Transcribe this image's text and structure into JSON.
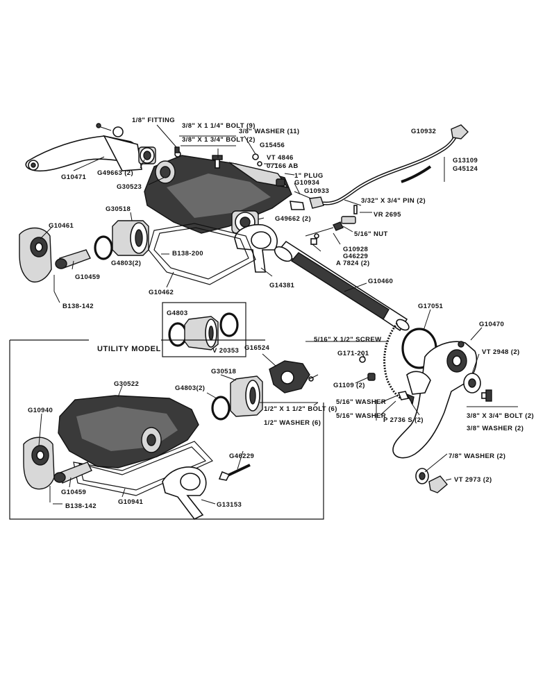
{
  "sections": {
    "utility_model": "UTILITY MODEL"
  },
  "labels": {
    "fitting": "1/8\" FITTING",
    "bolt_9": "3/8\" X 1 1/4\" BOLT (9)",
    "bolt_2a": "3/8\" X 1 3/4\" BOLT (2)",
    "washer_11": "3/8\" WASHER (11)",
    "g15456": "G15456",
    "vt4846": "VT 4846",
    "o7166ab": "07166 AB",
    "plug": "1\" PLUG",
    "g10932": "G10932",
    "g13109": "G13109",
    "g45124": "G45124",
    "g10471": "G10471",
    "g49663": "G49663 (2)",
    "g30523": "G30523",
    "g10934": "G10934",
    "g10933": "G10933",
    "pin_2": "3/32\" X 3/4\" PIN (2)",
    "vr2695": "VR 2695",
    "nut": "5/16\" NUT",
    "g30518_top": "G30518",
    "g10461": "G10461",
    "g49662": "G49662 (2)",
    "b138_200": "B138-200",
    "g10928": "G10928",
    "g46229_top": "G46229",
    "a7824": "A 7824 (2)",
    "g4803_2_top": "G4803(2)",
    "g10459_top": "G10459",
    "g10462": "G10462",
    "g14381": "G14381",
    "g10460": "G10460",
    "b138_142_top": "B138-142",
    "g17051": "G17051",
    "g10470": "G10470",
    "g4803_box": "G4803",
    "v20353": "V 20353",
    "screw": "5/16\" X 1/2\" SCREW",
    "g171_201": "G171-201",
    "vt2948": "VT 2948 (2)",
    "g16524": "G16524",
    "g30518_mid": "G30518",
    "g30522": "G30522",
    "g4803_2_mid": "G4803(2)",
    "g1109": "G1109 (2)",
    "bolt_6": "1/2\" X 1 1/2\" BOLT (6)",
    "washer_6": "1/2\" WASHER (6)",
    "washer_516_a": "5/16\" WASHER",
    "washer_516_b": "5/16\" WASHER",
    "p2736s": "P 2736 S (2)",
    "bolt_2b": "3/8\" X 3/4\" BOLT (2)",
    "washer_38_2": "3/8\" WASHER (2)",
    "g10940": "G10940",
    "g46229_bot": "G46229",
    "washer_78_2": "7/8\" WASHER (2)",
    "vt2973": "VT 2973 (2)",
    "g10459_bot": "G10459",
    "g10941": "G10941",
    "g13153": "G13153",
    "b138_142_bot": "B138-142"
  }
}
